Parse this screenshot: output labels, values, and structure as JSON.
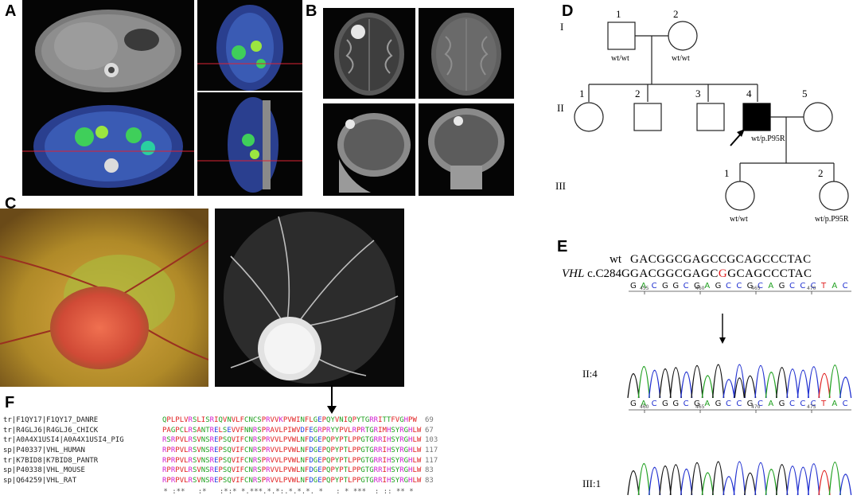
{
  "panels": {
    "A": "A",
    "B": "B",
    "C": "C",
    "D": "D",
    "E": "E",
    "F": "F"
  },
  "pedigree": {
    "generations": [
      "I",
      "II",
      "III"
    ],
    "gen1": [
      {
        "num": "1",
        "geno": "wt/wt"
      },
      {
        "num": "2",
        "geno": "wt/wt"
      }
    ],
    "gen2": [
      {
        "num": "1"
      },
      {
        "num": "2"
      },
      {
        "num": "3"
      },
      {
        "num": "4",
        "geno": "wt/p.P95R"
      },
      {
        "num": "5"
      }
    ],
    "gen3": [
      {
        "num": "1",
        "geno": "wt/wt"
      },
      {
        "num": "2",
        "geno": "wt/p.P95R"
      }
    ]
  },
  "sequence": {
    "wt_label": "wt",
    "wt_seq": "GACGGCGAGCCGCAGCCCTAC",
    "mut_gene": "VHL",
    "mut_label": " c.C284G",
    "mut_seq_pre": "GACGGCGAGC",
    "mut_base": "G",
    "mut_seq_post": "GCAGCCCTAC",
    "base_calls": "GACGGCGAGCCGCAGCCCTAC",
    "ticks1": [
      "455",
      "460",
      "465",
      "470"
    ],
    "ticks2": [
      "460",
      "465",
      "470",
      "475"
    ],
    "sample1": "II:4",
    "sample2": "III:1"
  },
  "alignment": {
    "rows": [
      {
        "db": "tr",
        "acc": "F1QY17",
        "name": "F1QY17_DANRE",
        "seq": "QPLPLVRSLISRIQVNVLFCNCSPRVVKPVWINFLGEPQYVNIQPYTGRRITTFVGHPW",
        "len": "69"
      },
      {
        "db": "tr",
        "acc": "R4GLJ6",
        "name": "R4GLJ6_CHICK",
        "seq": "PAGPCLRSANTRELSEVVFNNRSPRAVLPIWVDFEGRPRYYPVLRPRTGRIMHSYRGHLW",
        "len": "67"
      },
      {
        "db": "tr",
        "acc": "A0A4X1USI4",
        "name": "A0A4X1USI4_PIG",
        "seq": "RSRPVLRSVNSREPSQVIFCNRSPRVVLPVWLNFDGEPQPYPTLPPGTGRRIHSYRGHLW",
        "len": "103"
      },
      {
        "db": "sp",
        "acc": "P40337",
        "name": "VHL_HUMAN",
        "seq": "RPRPVLRSVNSREPSQVIFCNRSPRVVLPVWLNFDGEPQPYPTLPPGTGRRIHSYRGHLW",
        "len": "117"
      },
      {
        "db": "tr",
        "acc": "K7BID8",
        "name": "K7BID8_PANTR",
        "seq": "RPRPVLRSVNSREPSQVIFCNRSPRVVLPVWLNFDGEPQPYPTLPPGTGRRIHSYRGHLW",
        "len": "117"
      },
      {
        "db": "sp",
        "acc": "P40338",
        "name": "VHL_MOUSE",
        "seq": "RPRPVLRSVNSREPSQVIFCNRSPRVVLPVWLNFDGEPQPYPTLPPGTGRRIHSYRGHLW",
        "len": "83"
      },
      {
        "db": "sp",
        "acc": "Q64259",
        "name": "VHL_RAT",
        "seq": "RPRPVLRSVNSREPSQVIFCNRSPRVVLPVWLNFDGEPQPYPTLPPGTGRRIHSYRGHLW",
        "len": "83"
      }
    ],
    "consensus": " * :**   :*   :*:* *.***.*.*:.*.*.*. *   : * ***  : :: ** *"
  }
}
